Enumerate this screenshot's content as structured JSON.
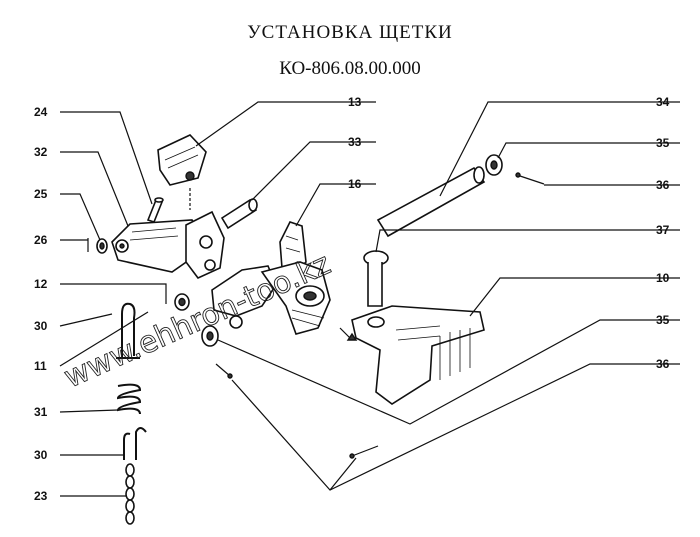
{
  "title": "УСТАНОВКА ЩЕТКИ",
  "subtitle": "КО-806.08.00.000",
  "watermark": "www.ehhron-too.kz",
  "callouts": {
    "c24": "24",
    "c32": "32",
    "c25": "25",
    "c26": "26",
    "c12": "12",
    "c30a": "30",
    "c11": "11",
    "c31": "31",
    "c30b": "30",
    "c23": "23",
    "c13": "13",
    "c33": "33",
    "c16": "16",
    "c34": "34",
    "c35a": "35",
    "c36a": "36",
    "c37": "37",
    "c10": "10",
    "c35b": "35",
    "c36b": "36"
  }
}
